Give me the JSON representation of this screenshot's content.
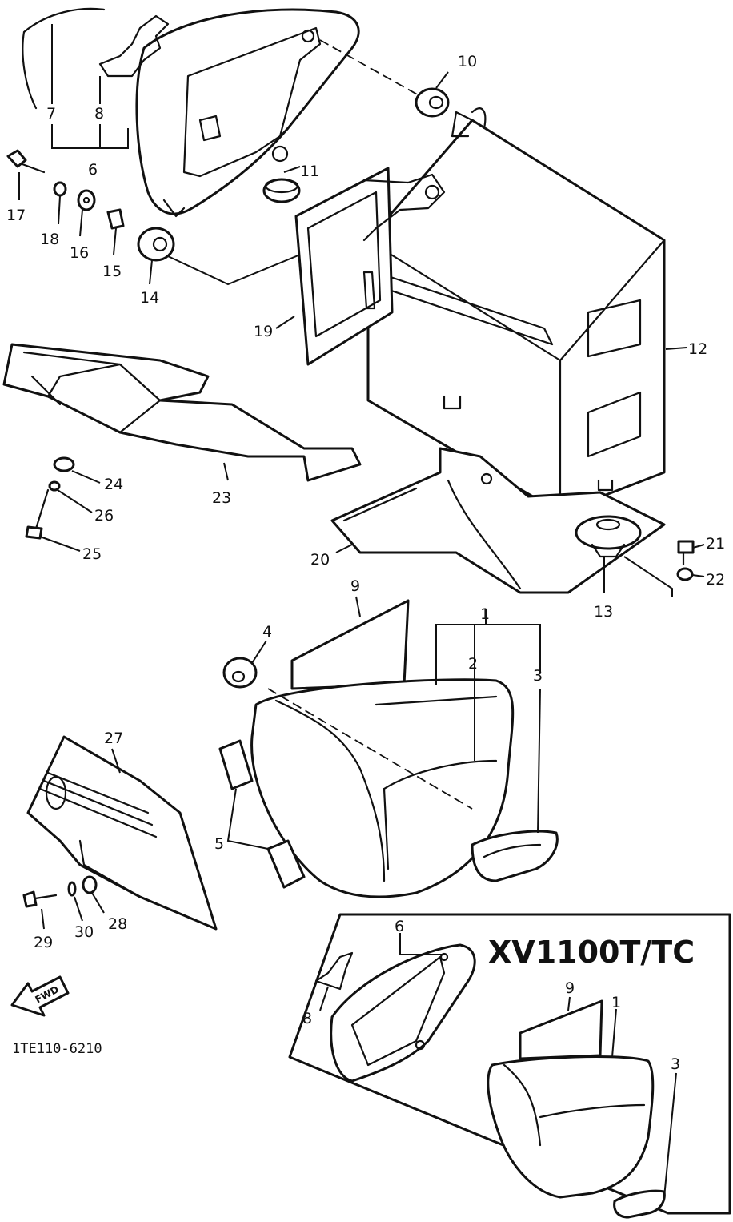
{
  "diagram": {
    "doc_code": "1TE110-6210",
    "inset_title": "XV1100T/TC",
    "fwd_label": "FWD",
    "labels": {
      "l1": "1",
      "l2": "2",
      "l3": "3",
      "l4": "4",
      "l5": "5",
      "l6": "6",
      "l7": "7",
      "l8": "8",
      "l9": "9",
      "l10": "10",
      "l11": "11",
      "l12": "12",
      "l13": "13",
      "l14": "14",
      "l15": "15",
      "l16": "16",
      "l17": "17",
      "l18": "18",
      "l19": "19",
      "l20": "20",
      "l21": "21",
      "l22": "22",
      "l23": "23",
      "l24": "24",
      "l25": "25",
      "l26": "26",
      "l27": "27",
      "l28": "28",
      "l29": "29",
      "l30": "30"
    },
    "inset_labels": {
      "l6": "6",
      "l8": "8",
      "l9": "9",
      "l1": "1",
      "l3": "3"
    }
  },
  "colors": {
    "ink": "#111111",
    "paper": "#ffffff"
  }
}
